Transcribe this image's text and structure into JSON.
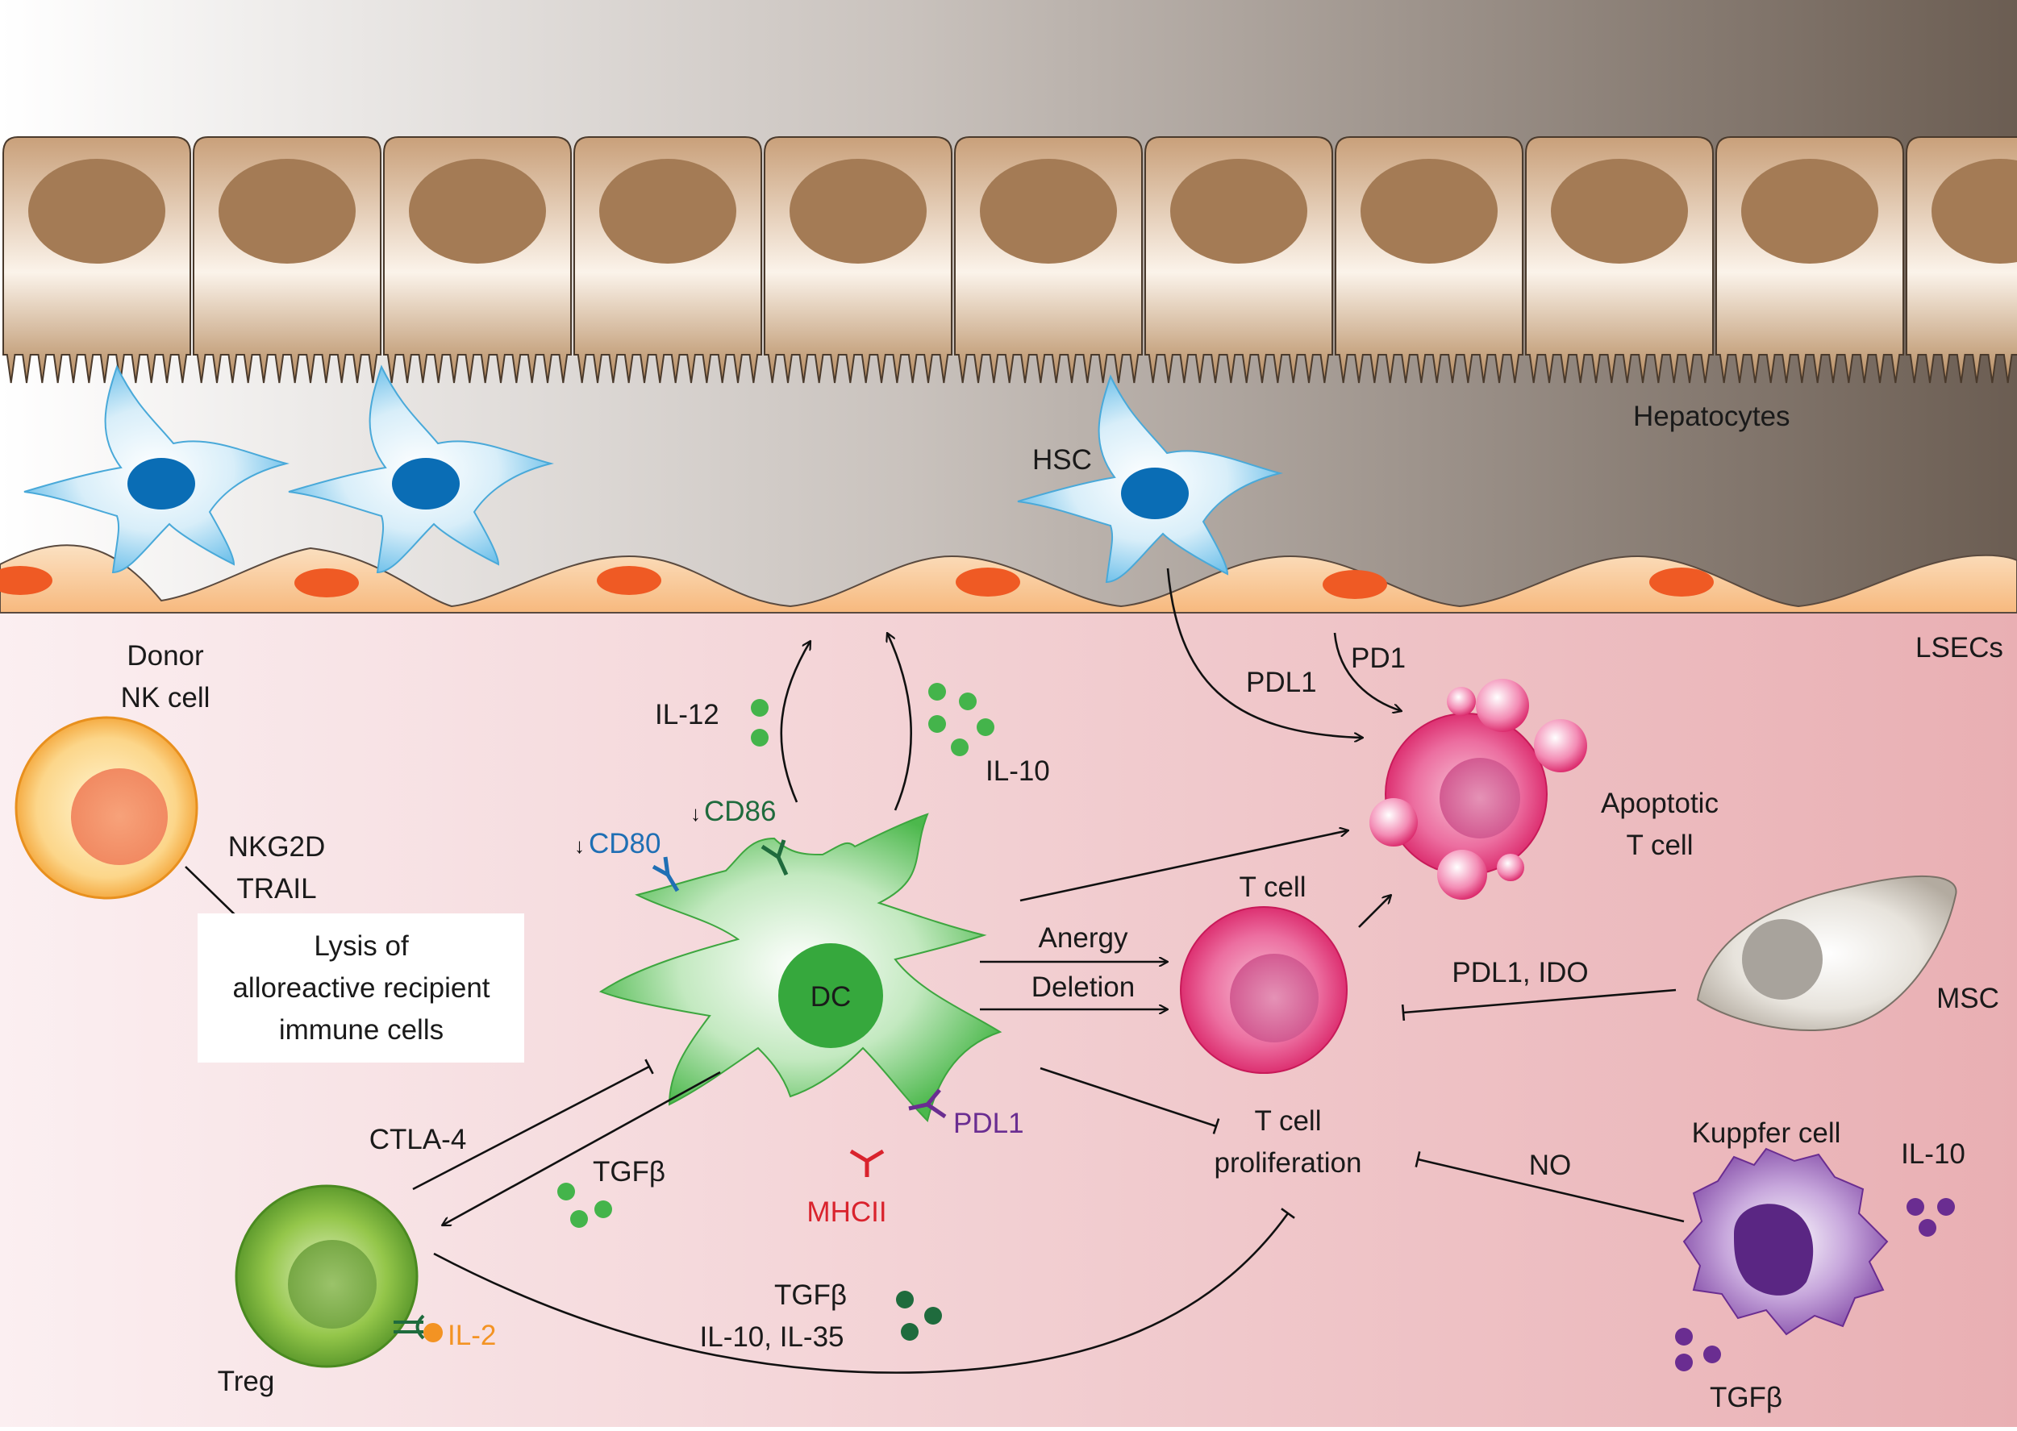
{
  "labels": {
    "hepatocytes": "Hepatocytes",
    "hsc": "HSC",
    "lsecs": "LSECs",
    "donor_nk_line1": "Donor",
    "donor_nk_line2": "NK cell",
    "nkg2d": "NKG2D",
    "trail": "TRAIL",
    "lysis_line1": "Lysis of",
    "lysis_line2": "alloreactive recipient",
    "lysis_line3": "immune cells",
    "il12": "IL-12",
    "il10_top": "IL-10",
    "cd80": "CD80",
    "cd86": "CD86",
    "dc": "DC",
    "pdl1_dc": "PDL1",
    "mhcii": "MHCII",
    "pdl1_hsc": "PDL1",
    "pd1": "PD1",
    "apoptotic_line1": "Apoptotic",
    "apoptotic_line2": "T cell",
    "tcell": "T cell",
    "anergy": "Anergy",
    "deletion": "Deletion",
    "pdl1_ido": "PDL1, IDO",
    "msc": "MSC",
    "tprolif_line1": "T cell",
    "tprolif_line2": "proliferation",
    "no": "NO",
    "kuppfer": "Kuppfer cell",
    "il10_kupffer": "IL-10",
    "tgfb_kupffer": "TGFβ",
    "ctla4": "CTLA-4",
    "tgfb_treg": "TGFβ",
    "tgfb_bottom": "TGFβ",
    "il10_il35": "IL-10, IL-35",
    "treg": "Treg",
    "il2": "IL-2"
  },
  "colors": {
    "hepatocyte": "#b58a5e",
    "hepatocyte_nucleus": "#a47b55",
    "hsc": "#4fb3e6",
    "hsc_nucleus": "#0a6db5",
    "lsec": "#f9c892",
    "lsec_nucleus": "#ef5a24",
    "nk": "#f6a93b",
    "dc": "#4cb84c",
    "dc_nucleus": "#36a83d",
    "tcell": "#e0246f",
    "msc": "#9c9590",
    "kupffer": "#7a3fa0",
    "treg": "#5a9a2a",
    "cd80": "#1f6fb4",
    "cd86": "#1f6b3d",
    "pdl1": "#6a2d91",
    "mhcii": "#d9232d",
    "il2": "#f39323",
    "cytokine_light_green": "#44b44b",
    "cytokine_dark_green": "#1f6b3d",
    "cytokine_purple": "#6a2d91"
  }
}
